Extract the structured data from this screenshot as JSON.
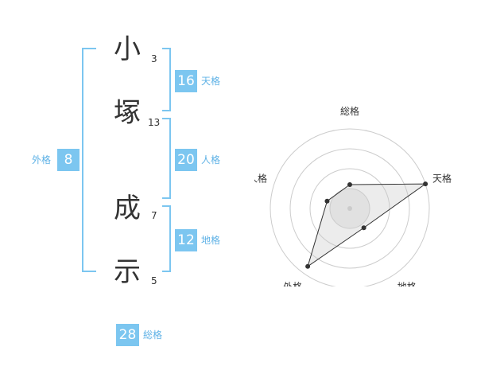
{
  "name": {
    "chars": [
      {
        "char": "小",
        "strokes": "3"
      },
      {
        "char": "塚",
        "strokes": "13"
      },
      {
        "char": "成",
        "strokes": "7"
      },
      {
        "char": "示",
        "strokes": "5"
      }
    ]
  },
  "kakusu": {
    "tenkaku": {
      "label": "天格",
      "value": "16"
    },
    "jinkaku": {
      "label": "人格",
      "value": "20"
    },
    "chikaku": {
      "label": "地格",
      "value": "12"
    },
    "gaikaku": {
      "label": "外格",
      "value": "8"
    },
    "soukaku": {
      "label": "総格",
      "value": "28"
    }
  },
  "colors": {
    "accent": "#7cc6f0",
    "accent_text": "#5fb2e6",
    "text": "#333333"
  },
  "chart_data": {
    "type": "radar",
    "axes": [
      "総格",
      "天格",
      "地格",
      "外格",
      "人格"
    ],
    "values": [
      0.3,
      1.0,
      0.3,
      0.9,
      0.3
    ],
    "range": [
      0,
      1
    ],
    "rings": 4,
    "grid": true
  }
}
